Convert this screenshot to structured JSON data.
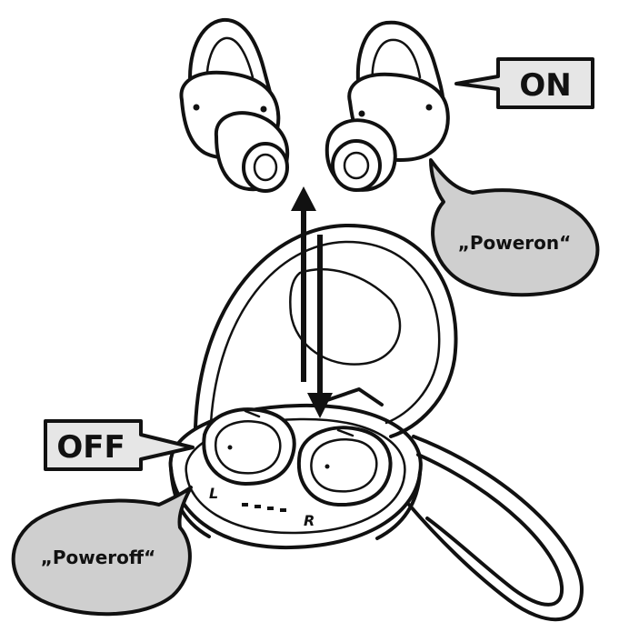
{
  "labels": {
    "on": "ON",
    "off": "OFF"
  },
  "bubbles": {
    "power_on": "„Poweron“",
    "power_off": "„Poweroff“"
  },
  "case_markings": {
    "left": "L",
    "right": "R"
  },
  "colors": {
    "ink": "#111111",
    "label_fill": "#e6e6e6",
    "bubble_fill": "#cfcfcf"
  }
}
